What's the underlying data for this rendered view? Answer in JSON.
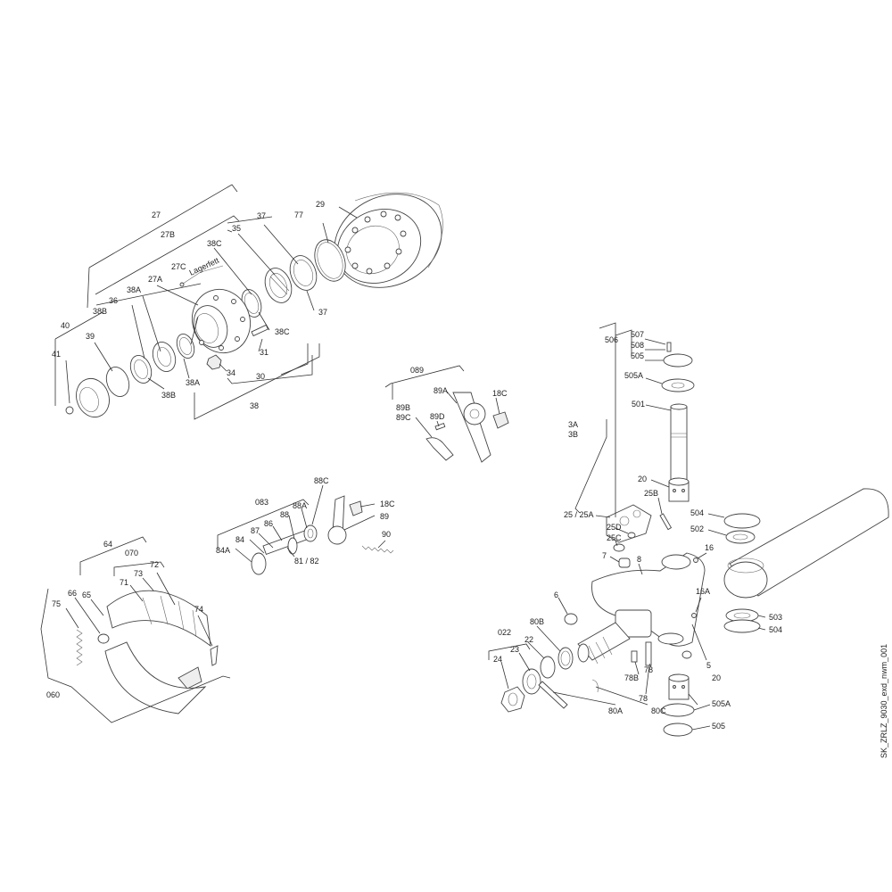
{
  "drawing": {
    "id": "SK_ZRLZ_9030_exd_nwm_001",
    "note": "Lagerfett"
  },
  "callouts": {
    "c27": "27",
    "c27B": "27B",
    "c27C": "27C",
    "c27A": "27A",
    "c38C_top": "38C",
    "c35": "35",
    "c37_top": "37",
    "c77": "77",
    "c29": "29",
    "c37_bot": "37",
    "c38C_bot": "38C",
    "c31": "31",
    "c34": "34",
    "c30": "30",
    "c38": "38",
    "c40": "40",
    "c41": "41",
    "c39": "39",
    "c38B_top": "38B",
    "c36": "36",
    "c38A_top": "38A",
    "c38B_bot": "38B",
    "c38A_bot": "38A",
    "c089": "089",
    "c89A": "89A",
    "c18C_top": "18C",
    "c89B": "89B",
    "c89C": "89C",
    "c89D": "89D",
    "c083": "083",
    "c88C": "88C",
    "c88A": "88A",
    "c88": "88",
    "c18C_mid": "18C",
    "c89": "89",
    "c86": "86",
    "c87": "87",
    "c84": "84",
    "c84A": "84A",
    "c81_82": "81 / 82",
    "c90": "90",
    "c64": "64",
    "c070": "070",
    "c72": "72",
    "c71": "71",
    "c73": "73",
    "c65": "65",
    "c66": "66",
    "c75": "75",
    "c74": "74",
    "c060": "060",
    "c506": "506",
    "c507": "507",
    "c508": "508",
    "c505_top": "505",
    "c505A_top": "505A",
    "c501": "501",
    "c3A": "3A",
    "c3B": "3B",
    "c20_top": "20",
    "c25B": "25B",
    "c25_25A": "25 / 25A",
    "c25D": "25D",
    "c25C": "25C",
    "c504_top": "504",
    "c502": "502",
    "c16": "16",
    "c7": "7",
    "c8": "8",
    "c6": "6",
    "c16A": "16A",
    "c503": "503",
    "c504_bot": "504",
    "c5": "5",
    "c022": "022",
    "c80B": "80B",
    "c22": "22",
    "c23": "23",
    "c24": "24",
    "c78B": "78B",
    "c78_a": "78",
    "c78_b": "78",
    "c20_bot": "20",
    "c505A_bot": "505A",
    "c505_bot": "505",
    "c80A": "80A",
    "c80C": "80C"
  }
}
